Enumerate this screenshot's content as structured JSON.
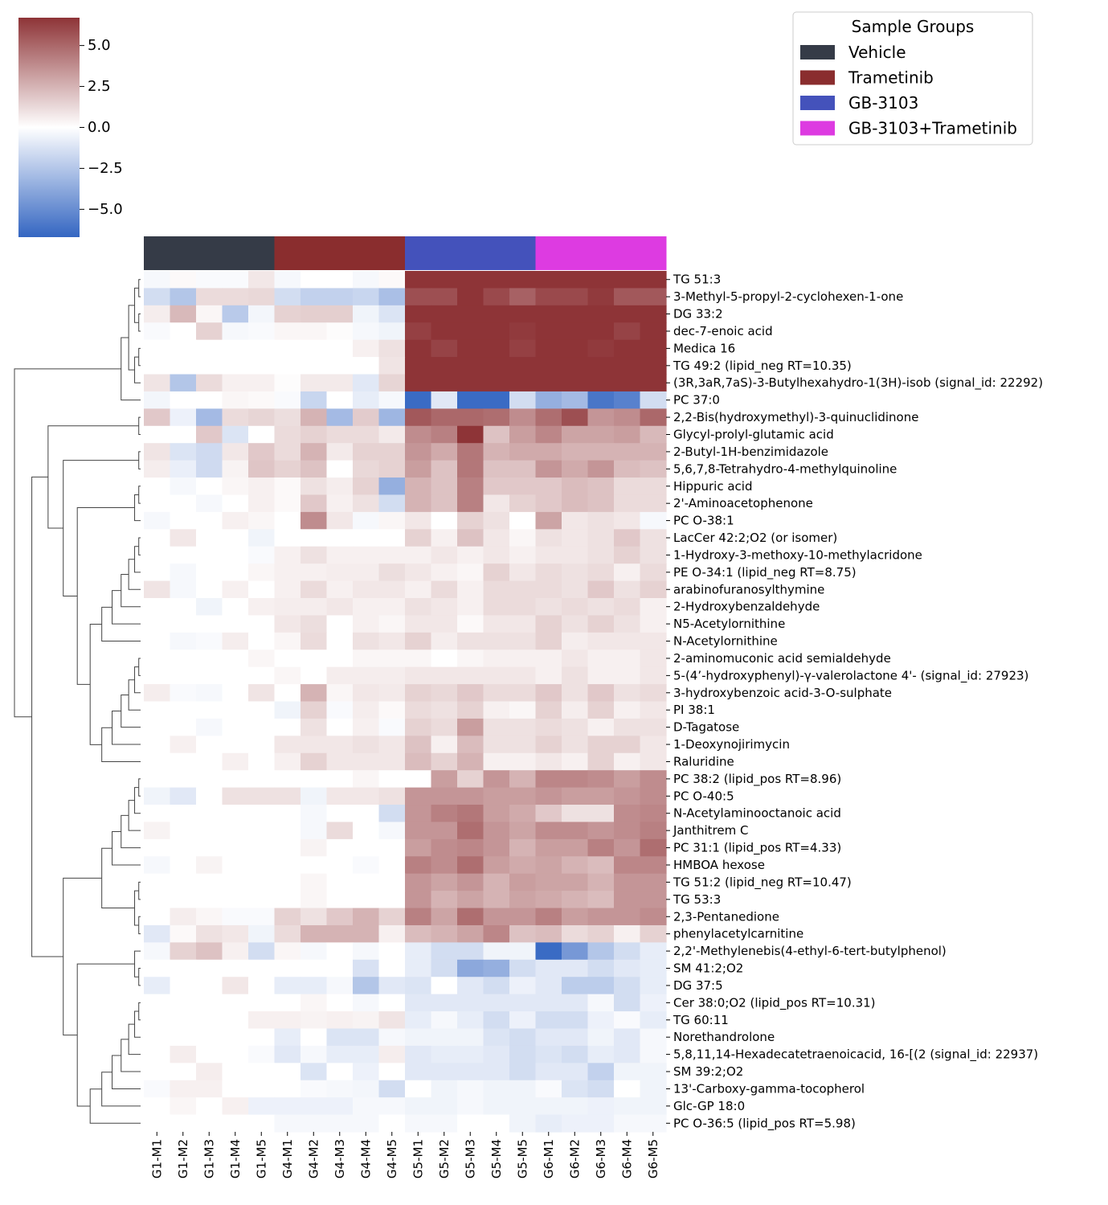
{
  "chart_data": {
    "type": "heatmap",
    "colorbar": {
      "range": [
        -6.7,
        6.7
      ],
      "ticks": [
        5.0,
        2.5,
        0.0,
        -2.5,
        -5.0
      ],
      "tick_labels": [
        "5.0",
        "2.5",
        "0.0",
        "−2.5",
        "−5.0"
      ],
      "colors": {
        "high": "#8e3437",
        "mid": "#ffffff",
        "low": "#3466c2"
      }
    },
    "legend": {
      "title": "Sample Groups",
      "placement": "top-right",
      "items": [
        {
          "label": "Vehicle",
          "color": "#353b47"
        },
        {
          "label": "Trametinib",
          "color": "#8a2d2e"
        },
        {
          "label": "GB-3103",
          "color": "#4452bb"
        },
        {
          "label": "GB-3103+Trametinib",
          "color": "#dd3be1"
        }
      ]
    },
    "group_bar": [
      {
        "group": "Vehicle",
        "span": 5
      },
      {
        "group": "Trametinib",
        "span": 5
      },
      {
        "group": "GB-3103",
        "span": 5
      },
      {
        "group": "GB-3103+Trametinib",
        "span": 5
      }
    ],
    "columns": [
      "G1-M1",
      "G1-M2",
      "G1-M3",
      "G1-M4",
      "G1-M5",
      "G4-M1",
      "G4-M2",
      "G4-M3",
      "G4-M4",
      "G4-M5",
      "G5-M1",
      "G5-M2",
      "G5-M3",
      "G5-M4",
      "G5-M5",
      "G6-M1",
      "G6-M2",
      "G6-M3",
      "G6-M4",
      "G6-M5"
    ],
    "rows": [
      "TG 51:3",
      "3-Methyl-5-propyl-2-cyclohexen-1-one",
      "DG 33:2",
      "dec-7-enoic acid",
      "Medica 16",
      "TG 49:2 (lipid_neg RT=10.35)",
      "(3R,3aR,7aS)-3-Butylhexahydro-1(3H)-isob (signal_id: 22292)",
      "PC 37:0",
      "2,2-Bis(hydroxymethyl)-3-quinuclidinone",
      "Glycyl-prolyl-glutamic acid",
      "2-Butyl-1H-benzimidazole",
      "5,6,7,8-Tetrahydro-4-methylquinoline",
      "Hippuric acid",
      "2'-Aminoacetophenone",
      "PC O-38:1",
      "LacCer 42:2;O2 (or isomer)",
      "1-Hydroxy-3-methoxy-10-methylacridone",
      "PE O-34:1 (lipid_neg RT=8.75)",
      "arabinofuranosylthymine",
      "2-Hydroxybenzaldehyde",
      "N5-Acetylornithine",
      "N-Acetylornithine",
      "2-aminomuconic acid semialdehyde",
      "5-(4’-hydroxyphenyl)-γ-valerolactone 4'- (signal_id: 27923)",
      "3-hydroxybenzoic acid-3-O-sulphate",
      "PI 38:1",
      "D-Tagatose",
      "1-Deoxynojirimycin",
      "Raluridine",
      "PC 38:2 (lipid_pos RT=8.96)",
      "PC O-40:5",
      "N-Acetylaminooctanoic acid",
      "Janthitrem C",
      "PC 31:1 (lipid_pos RT=4.33)",
      "HMBOA hexose",
      "TG 51:2 (lipid_neg RT=10.47)",
      "TG 53:3",
      "2,3-Pentanedione",
      "phenylacetylcarnitine",
      "2,2'-Methylenebis(4-ethyl-6-tert-butylphenol)",
      "SM 41:2;O2",
      "DG 37:5",
      "Cer 38:0;O2 (lipid_pos RT=10.31)",
      "TG 60:11",
      "Norethandrolone",
      "5,8,11,14-Hexadecatetraenoicacid, 16-[(2 (signal_id: 22937)",
      "SM 39:2;O2",
      "13'-Carboxy-gamma-tocopherol",
      "Glc-GP 18:0",
      "PC O-36:5 (lipid_pos RT=5.98)"
    ],
    "values": [
      [
        -0.3,
        0.2,
        -0.2,
        -0.2,
        0.8,
        -0.3,
        0,
        0,
        -0.3,
        0.2,
        6.7,
        6.7,
        6.7,
        6.7,
        6.7,
        6.7,
        6.7,
        6.7,
        6.7,
        6.7
      ],
      [
        -1.5,
        -2.5,
        1.2,
        1.2,
        1.3,
        -1.5,
        -2.0,
        -2.0,
        -1.8,
        -2.8,
        5.8,
        5.8,
        6.7,
        6.0,
        5.2,
        6.0,
        6.0,
        6.5,
        5.5,
        5.5
      ],
      [
        0.6,
        2.3,
        0.3,
        -2.3,
        -0.4,
        1.5,
        1.6,
        1.6,
        -0.5,
        -1.2,
        6.7,
        6.7,
        6.7,
        6.7,
        6.7,
        6.7,
        6.7,
        6.7,
        6.7,
        6.7
      ],
      [
        -0.2,
        0,
        1.5,
        -0.3,
        -0.2,
        0.3,
        0.3,
        0.1,
        -0.3,
        -0.5,
        6.3,
        6.7,
        6.7,
        6.7,
        6.5,
        6.7,
        6.7,
        6.7,
        6.2,
        6.7
      ],
      [
        0,
        0,
        0,
        0,
        0,
        0,
        0,
        0,
        0.5,
        1.0,
        6.7,
        6.2,
        6.7,
        6.7,
        6.3,
        6.7,
        6.7,
        6.5,
        6.7,
        6.7
      ],
      [
        0,
        0,
        0,
        0,
        0,
        0,
        0,
        0,
        0,
        0.9,
        6.7,
        6.7,
        6.7,
        6.7,
        6.7,
        6.7,
        6.7,
        6.7,
        6.7,
        6.7
      ],
      [
        0.9,
        -2.5,
        1.2,
        0.5,
        0.5,
        0.1,
        0.7,
        0.7,
        -1.0,
        1.4,
        6.7,
        6.7,
        6.7,
        6.7,
        6.7,
        6.7,
        6.7,
        6.7,
        6.7,
        6.7
      ],
      [
        -0.4,
        0,
        0,
        0.3,
        0.2,
        -0.2,
        -1.8,
        0,
        -0.8,
        -0.3,
        -6.5,
        -1.0,
        -6.5,
        -6.5,
        -1.5,
        -3.5,
        -3.0,
        -6.0,
        -5.5,
        -1.5
      ],
      [
        1.8,
        -0.6,
        -3.0,
        1.2,
        1.4,
        1.1,
        2.5,
        -3.0,
        1.7,
        -3.2,
        5.5,
        5.0,
        5.0,
        4.8,
        3.8,
        4.8,
        5.8,
        3.5,
        3.8,
        5.0
      ],
      [
        0,
        0,
        1.8,
        -1.2,
        0,
        1.2,
        1.5,
        1.2,
        1.2,
        0.7,
        3.8,
        4.2,
        6.8,
        2.0,
        3.2,
        4.0,
        3.0,
        3.0,
        3.2,
        2.3
      ],
      [
        0.9,
        -1.2,
        -1.6,
        0.8,
        1.8,
        1.2,
        2.5,
        0.7,
        1.5,
        1.5,
        3.5,
        2.8,
        4.5,
        2.5,
        2.8,
        2.8,
        2.5,
        2.5,
        2.5,
        2.5
      ],
      [
        0.6,
        -0.7,
        -1.6,
        0.4,
        1.9,
        1.5,
        2.0,
        0,
        1.3,
        1.5,
        3.2,
        2.0,
        4.5,
        2.0,
        2.0,
        3.5,
        2.8,
        3.5,
        2.2,
        2.0
      ],
      [
        0,
        -0.3,
        0,
        0.3,
        0.5,
        0.2,
        1.0,
        0.6,
        1.5,
        -3.5,
        2.5,
        2.0,
        4.2,
        1.8,
        1.8,
        1.8,
        2.2,
        2.0,
        1.2,
        1.2
      ],
      [
        0,
        0,
        -0.3,
        0,
        0.5,
        0.2,
        1.8,
        0.5,
        1.0,
        -1.5,
        2.5,
        2.0,
        4.2,
        0.8,
        1.5,
        1.8,
        2.2,
        2.0,
        1.2,
        1.2
      ],
      [
        -0.3,
        0,
        0,
        0.5,
        0.3,
        0,
        3.8,
        0.8,
        -0.3,
        0.3,
        0.8,
        0,
        1.5,
        1.0,
        0,
        3.0,
        0.8,
        1.0,
        0.8,
        -0.3
      ],
      [
        0,
        0.8,
        0,
        0,
        -0.5,
        0,
        0,
        0,
        0,
        0,
        1.5,
        0.5,
        2.0,
        0.8,
        0.3,
        1.0,
        0.8,
        1.0,
        1.8,
        1.0
      ],
      [
        0,
        0,
        0,
        0,
        -0.2,
        0.5,
        1.0,
        0.5,
        0.5,
        0.5,
        0.5,
        0.8,
        0.5,
        0.8,
        0.5,
        0.8,
        0.8,
        1.0,
        1.5,
        1.0
      ],
      [
        0,
        -0.3,
        0,
        0,
        0.3,
        0.5,
        0.5,
        0.6,
        0.6,
        1.1,
        0.8,
        0.5,
        0.3,
        1.5,
        0.8,
        1.2,
        1.0,
        1.2,
        0.5,
        1.2
      ],
      [
        0.9,
        -0.3,
        0,
        0.5,
        0,
        0.5,
        1.2,
        0.5,
        0.8,
        0.8,
        0.5,
        1.2,
        0.5,
        1.2,
        1.2,
        1.2,
        1.0,
        1.8,
        1.0,
        1.5
      ],
      [
        0,
        0,
        -0.5,
        0,
        0.5,
        0.6,
        0.6,
        0.8,
        0.5,
        0.5,
        1.0,
        0.8,
        0.5,
        1.2,
        1.2,
        1.0,
        1.2,
        1.0,
        1.2,
        0.5
      ],
      [
        0,
        0,
        0,
        0,
        0,
        0.8,
        1.1,
        0,
        0.5,
        0.3,
        0.8,
        0.8,
        0.2,
        0.8,
        0.8,
        1.5,
        1.0,
        1.5,
        1.0,
        0.5
      ],
      [
        0,
        -0.3,
        -0.2,
        0.6,
        0,
        0.3,
        1.2,
        0,
        1.0,
        0.8,
        1.5,
        0.6,
        1.0,
        1.0,
        1.0,
        1.5,
        0.6,
        0.8,
        0.8,
        0.8
      ],
      [
        0,
        0,
        0,
        0,
        0.3,
        0,
        0,
        0,
        0.3,
        0.3,
        0.3,
        0,
        0.3,
        0.5,
        0.5,
        0.5,
        0.8,
        0.5,
        0.5,
        0.8
      ],
      [
        0,
        0,
        0,
        0,
        0,
        0.3,
        0,
        0.6,
        0.6,
        0.6,
        0.8,
        0.8,
        0.8,
        0.8,
        0.8,
        0.5,
        1.0,
        0.5,
        0.5,
        0.8
      ],
      [
        0.6,
        -0.2,
        -0.3,
        0,
        0.9,
        0,
        2.5,
        0.3,
        0.8,
        0.7,
        1.5,
        1.3,
        1.8,
        1.2,
        1.2,
        1.8,
        1.0,
        1.8,
        1.0,
        1.2
      ],
      [
        0,
        0,
        0,
        0,
        0,
        -0.5,
        1.5,
        -0.2,
        0.6,
        0.2,
        1.2,
        1.0,
        1.5,
        0.5,
        0.3,
        1.5,
        0.6,
        1.5,
        0.5,
        0.8
      ],
      [
        0,
        0,
        -0.3,
        0,
        0,
        0,
        1.0,
        0,
        0.5,
        -0.2,
        1.5,
        1.2,
        3.2,
        1.0,
        1.0,
        1.2,
        1.0,
        0.5,
        1.0,
        1.0
      ],
      [
        0,
        0.5,
        0,
        0,
        0,
        0.8,
        0.8,
        0.8,
        1.0,
        0.8,
        2.0,
        0.5,
        2.2,
        1.0,
        1.0,
        1.5,
        1.0,
        1.5,
        1.5,
        0.8
      ],
      [
        0,
        0,
        0,
        0.5,
        0,
        0.5,
        1.5,
        0.8,
        0.8,
        0.8,
        2.2,
        1.5,
        2.5,
        0.5,
        0.5,
        0.8,
        0.5,
        1.5,
        0.5,
        0.8
      ],
      [
        0,
        0,
        0,
        0,
        0,
        0,
        0,
        0,
        0.3,
        0,
        0,
        3.2,
        1.5,
        3.5,
        2.5,
        4.0,
        4.0,
        3.8,
        3.2,
        3.8
      ],
      [
        -0.5,
        -1.0,
        0,
        1.0,
        1.0,
        1.0,
        -0.5,
        0.8,
        0.8,
        1.0,
        3.5,
        3.5,
        3.5,
        3.2,
        3.2,
        3.5,
        3.2,
        3.2,
        3.5,
        3.8
      ],
      [
        0,
        0,
        0,
        0,
        0,
        0,
        -0.3,
        0,
        0,
        -1.5,
        3.5,
        4.2,
        4.5,
        3.2,
        2.8,
        1.8,
        1.0,
        1.0,
        3.8,
        4.0
      ],
      [
        0.4,
        0,
        0,
        0,
        0,
        0,
        -0.3,
        1.2,
        0,
        -0.3,
        3.5,
        3.5,
        4.8,
        3.5,
        3.0,
        3.8,
        3.8,
        3.5,
        3.8,
        4.2
      ],
      [
        0,
        0,
        0,
        0,
        0,
        0,
        0.4,
        0,
        0,
        0,
        3.2,
        3.8,
        4.0,
        3.5,
        2.5,
        3.2,
        3.2,
        4.2,
        3.5,
        4.8
      ],
      [
        -0.3,
        0,
        0.4,
        0,
        0,
        0,
        0,
        0,
        -0.2,
        0,
        4.2,
        3.8,
        4.8,
        3.2,
        2.8,
        3.0,
        2.5,
        2.2,
        4.0,
        4.0
      ],
      [
        0,
        0,
        0,
        0,
        0,
        0,
        0.3,
        0,
        0,
        0,
        3.5,
        3.0,
        3.5,
        2.5,
        3.2,
        3.0,
        3.0,
        2.5,
        3.5,
        3.5
      ],
      [
        0,
        0,
        0,
        0,
        0,
        0,
        0.3,
        0,
        0,
        0,
        3.5,
        2.5,
        3.0,
        2.5,
        3.0,
        2.8,
        2.5,
        2.2,
        3.5,
        3.5
      ],
      [
        0,
        0.6,
        0.3,
        -0.2,
        -0.2,
        1.5,
        1.0,
        1.8,
        2.5,
        1.5,
        4.2,
        3.0,
        4.8,
        3.5,
        3.5,
        4.2,
        3.2,
        3.5,
        3.5,
        3.8
      ],
      [
        -1.0,
        0.2,
        1.0,
        0.8,
        -0.5,
        1.2,
        2.5,
        2.5,
        2.5,
        0.5,
        2.2,
        2.5,
        3.0,
        4.0,
        2.0,
        2.2,
        1.2,
        1.5,
        0.5,
        1.5
      ],
      [
        -0.3,
        1.5,
        2.0,
        0.5,
        -1.5,
        0.3,
        -0.3,
        0,
        -0.3,
        0,
        -0.8,
        -1.5,
        -1.5,
        -0.5,
        -0.5,
        -6.5,
        -4.5,
        -2.5,
        -1.5,
        -0.8
      ],
      [
        0,
        0,
        0,
        0,
        0,
        0,
        0,
        0,
        -1.3,
        0,
        -0.8,
        -1.5,
        -3.8,
        -3.5,
        -1.5,
        -1.0,
        -1.0,
        -1.5,
        -1.0,
        -0.8
      ],
      [
        -0.8,
        0,
        0,
        0.8,
        0,
        -0.8,
        -0.8,
        -0.3,
        -2.5,
        -1.0,
        -1.2,
        0,
        -1.0,
        -1.5,
        -0.6,
        -1.0,
        -2.2,
        -2.2,
        -1.5,
        -0.8
      ],
      [
        0,
        0,
        0,
        0,
        0,
        0,
        0.3,
        0,
        -0.3,
        0,
        -1.0,
        -1.0,
        -1.0,
        -1.0,
        -1.0,
        -1.0,
        -1.0,
        -0.3,
        -1.5,
        -0.6
      ],
      [
        0,
        0,
        0,
        0,
        0.5,
        0.5,
        0.4,
        0.5,
        0.4,
        0.9,
        -0.8,
        -0.3,
        -0.8,
        -1.5,
        -0.6,
        -1.5,
        -1.5,
        -0.6,
        -0.2,
        -0.8
      ],
      [
        0,
        0,
        0,
        0,
        0,
        -0.8,
        0,
        -1.2,
        -1.2,
        -0.3,
        -0.5,
        -0.5,
        -0.5,
        -1.2,
        -1.5,
        -1.0,
        -1.0,
        -0.5,
        -1.0,
        -0.3
      ],
      [
        0,
        0.6,
        0,
        0,
        -0.2,
        -1.0,
        -0.3,
        -0.8,
        -0.8,
        0.6,
        -1.0,
        -0.8,
        -0.8,
        -1.0,
        -1.5,
        -1.2,
        -1.5,
        -0.8,
        -1.0,
        -0.3
      ],
      [
        0,
        0,
        0.6,
        0,
        0,
        0,
        -1.2,
        0,
        -0.6,
        0,
        -1.0,
        -1.0,
        -1.0,
        -1.0,
        -1.5,
        -1.0,
        -1.0,
        -2.0,
        -0.5,
        -0.5
      ],
      [
        -0.2,
        0.5,
        0.5,
        0,
        0,
        0,
        -0.2,
        -0.3,
        -0.4,
        -1.5,
        0,
        -0.5,
        -0.3,
        -0.5,
        -0.5,
        -0.2,
        -1.2,
        -1.5,
        0,
        -0.5
      ],
      [
        0,
        0.3,
        0,
        0.5,
        -0.6,
        -0.6,
        -0.6,
        -0.6,
        -0.3,
        -0.3,
        -0.5,
        -0.5,
        -0.3,
        -0.5,
        -0.5,
        -0.5,
        -0.5,
        -0.6,
        -0.5,
        -0.5
      ],
      [
        0,
        0,
        0,
        0,
        0,
        -0.3,
        -0.3,
        -0.3,
        -0.3,
        0,
        -0.3,
        -0.3,
        0,
        0,
        -0.5,
        -0.8,
        -0.6,
        -0.6,
        -0.3,
        -0.3
      ]
    ]
  }
}
